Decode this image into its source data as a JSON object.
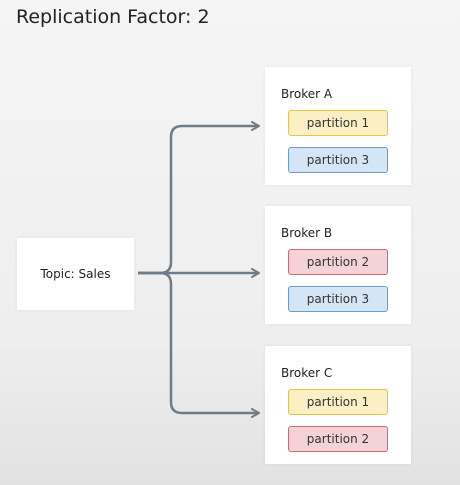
{
  "title": "Replication Factor: 2",
  "topic": {
    "label": "Topic: Sales"
  },
  "brokers": [
    {
      "name": "Broker A",
      "partitions": [
        {
          "label": "partition 1",
          "color": "yellow"
        },
        {
          "label": "partition 3",
          "color": "blue"
        }
      ]
    },
    {
      "name": "Broker B",
      "partitions": [
        {
          "label": "partition 2",
          "color": "red"
        },
        {
          "label": "partition 3",
          "color": "blue"
        }
      ]
    },
    {
      "name": "Broker C",
      "partitions": [
        {
          "label": "partition 1",
          "color": "yellow"
        },
        {
          "label": "partition 2",
          "color": "red"
        }
      ]
    }
  ],
  "colors": {
    "yellow_fill": "#fbf0c4",
    "yellow_border": "#e6c44b",
    "blue_fill": "#d4e6f5",
    "blue_border": "#6b9ccb",
    "red_fill": "#f4d3d8",
    "red_border": "#cc6b79",
    "arrow": "#6e7c87"
  }
}
